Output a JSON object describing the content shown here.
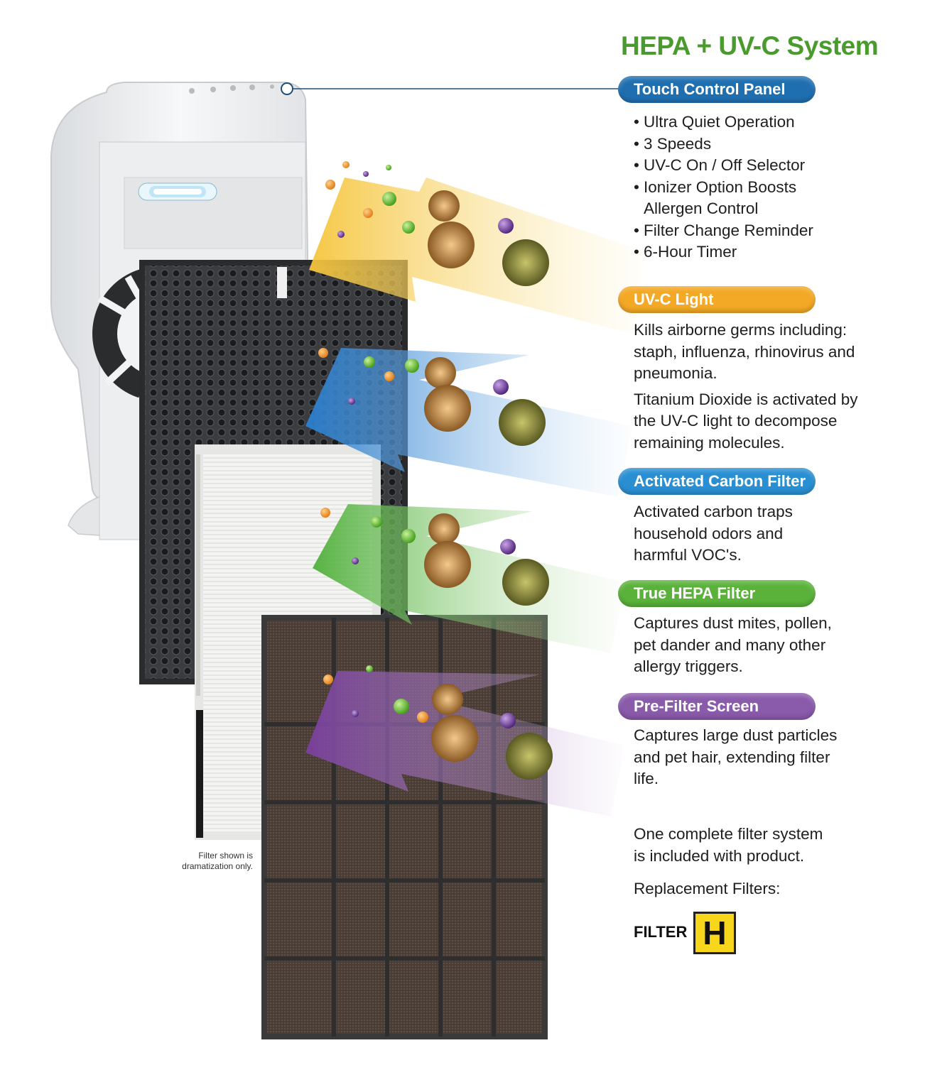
{
  "title": "HEPA + UV-C System",
  "sections": [
    {
      "label": "Touch Control Panel",
      "color": "#1f6fb0",
      "bullets": [
        "Ultra Quiet Operation",
        "3 Speeds",
        "UV-C On / Off Selector",
        "Ionizer Option Boosts Allergen Control",
        "Filter Change Reminder",
        "6-Hour Timer"
      ]
    },
    {
      "label": "UV-C Light",
      "color": "#f3a826",
      "text": [
        "Kills airborne germs including: staph, influenza, rhinovirus and pneumonia.",
        "Titanium Dioxide is activated by the UV-C light to decompose remaining molecules."
      ]
    },
    {
      "label": "Activated Carbon Filter",
      "color": "#2a8fd2",
      "text": [
        "Activated carbon traps household odors and harmful VOC's."
      ]
    },
    {
      "label": "True HEPA Filter",
      "color": "#5ab23a",
      "text": [
        "Captures dust mites, pollen, pet dander and many other allergy triggers."
      ]
    },
    {
      "label": "Pre-Filter Screen",
      "color": "#8a5aab",
      "text": [
        "Captures large dust particles and pet hair, extending filter life."
      ]
    }
  ],
  "included_text": "One complete filter system is included with product.",
  "replacement_label": "Replacement Filters:",
  "filter_label": "FILTER",
  "filter_letter": "H",
  "disclaimer": "Filter shown is dramatization only.",
  "colors": {
    "title_green": "#4a9b2e",
    "badge_yellow": "#f7d61c"
  }
}
